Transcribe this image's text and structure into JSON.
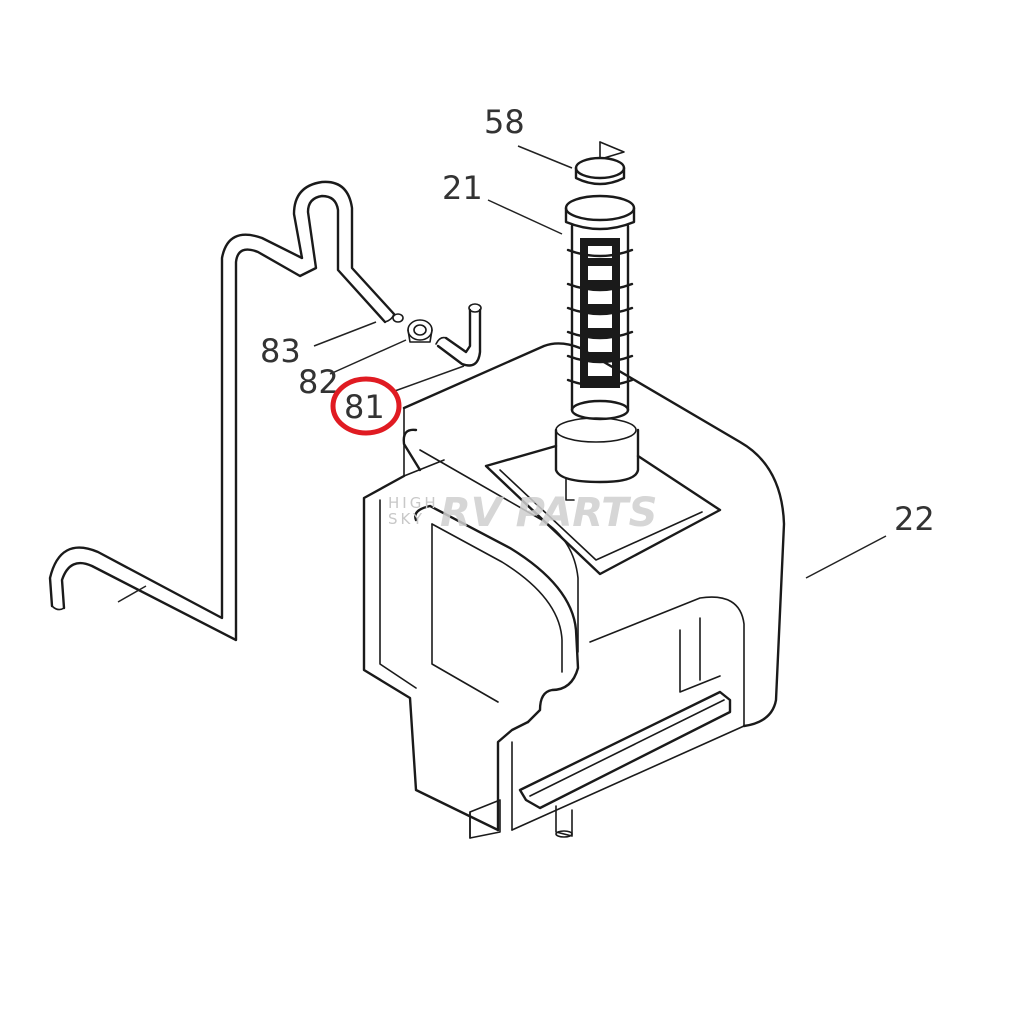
{
  "callouts": {
    "c58": "58",
    "c21": "21",
    "c83": "83",
    "c82": "82",
    "c81": "81",
    "c22": "22"
  },
  "highlight": {
    "part": "81",
    "color": "#e01b22"
  },
  "watermark": {
    "small_top": "HIGH",
    "small_bottom": "SKY",
    "main": "RV PARTS"
  }
}
